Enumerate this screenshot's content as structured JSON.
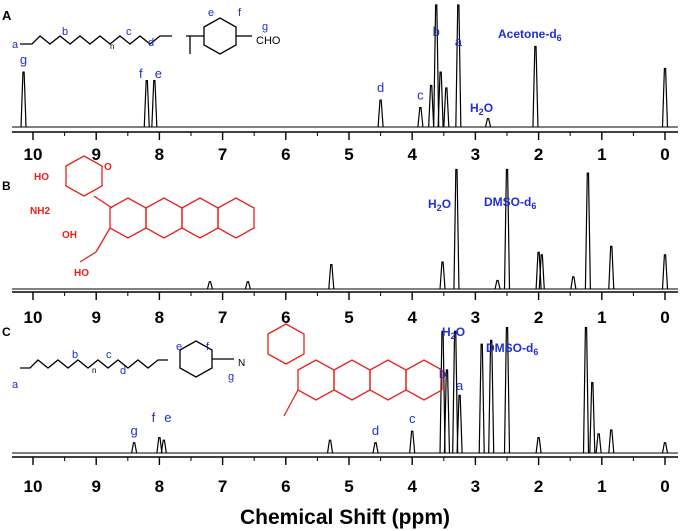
{
  "figure": {
    "xlabel": "Chemical Shift (ppm)",
    "x_ticks": [
      "10",
      "9",
      "8",
      "7",
      "6",
      "5",
      "4",
      "3",
      "2",
      "1",
      "0"
    ]
  },
  "chart_data": [
    {
      "type": "line",
      "panel": "A",
      "xlabel": "Chemical Shift (ppm)",
      "xlim": [
        10.3,
        -0.1
      ],
      "peaks": [
        {
          "ppm": 10.15,
          "intensity": 0.45,
          "label": "g"
        },
        {
          "ppm": 8.2,
          "intensity": 0.38,
          "label": "f"
        },
        {
          "ppm": 8.08,
          "intensity": 0.38,
          "label": "e"
        },
        {
          "ppm": 4.5,
          "intensity": 0.22,
          "label": "d"
        },
        {
          "ppm": 3.87,
          "intensity": 0.16,
          "label": "c"
        },
        {
          "ppm": 3.7,
          "intensity": 0.34
        },
        {
          "ppm": 3.62,
          "intensity": 1.0,
          "label": "b"
        },
        {
          "ppm": 3.55,
          "intensity": 0.45
        },
        {
          "ppm": 3.46,
          "intensity": 0.32
        },
        {
          "ppm": 3.27,
          "intensity": 1.0,
          "label": "a"
        },
        {
          "ppm": 2.8,
          "intensity": 0.07,
          "label": "H2O"
        },
        {
          "ppm": 2.05,
          "intensity": 0.66,
          "label": "Acetone-d6"
        },
        {
          "ppm": 0.0,
          "intensity": 0.48
        }
      ],
      "structure_labels": [
        "a",
        "b",
        "c",
        "d",
        "e",
        "f",
        "g",
        "n",
        "CHO"
      ],
      "solvent_label": "Acetone-d",
      "solvent_sub": "6",
      "water_label": "H",
      "water_sub": "2",
      "water_tail": "O"
    },
    {
      "type": "line",
      "panel": "B",
      "xlabel": "Chemical Shift (ppm)",
      "xlim": [
        10.3,
        -0.1
      ],
      "peaks": [
        {
          "ppm": 7.2,
          "intensity": 0.06
        },
        {
          "ppm": 6.6,
          "intensity": 0.06
        },
        {
          "ppm": 5.28,
          "intensity": 0.2
        },
        {
          "ppm": 3.52,
          "intensity": 0.22
        },
        {
          "ppm": 3.3,
          "intensity": 0.98,
          "label": "H2O"
        },
        {
          "ppm": 2.65,
          "intensity": 0.07
        },
        {
          "ppm": 2.5,
          "intensity": 0.98,
          "label": "DMSO-d6"
        },
        {
          "ppm": 2.0,
          "intensity": 0.3
        },
        {
          "ppm": 1.95,
          "intensity": 0.28
        },
        {
          "ppm": 1.45,
          "intensity": 0.1
        },
        {
          "ppm": 1.22,
          "intensity": 0.95
        },
        {
          "ppm": 0.85,
          "intensity": 0.35
        },
        {
          "ppm": 0.0,
          "intensity": 0.28
        }
      ],
      "structure_labels": [
        "HO",
        "NH2",
        "O",
        "OH",
        "HO"
      ],
      "solvent_label": "DMSO-d",
      "solvent_sub": "6",
      "water_label": "H",
      "water_sub": "2",
      "water_tail": "O"
    },
    {
      "type": "line",
      "panel": "C",
      "xlabel": "Chemical Shift (ppm)",
      "xlim": [
        10.3,
        -0.1
      ],
      "peaks": [
        {
          "ppm": 8.4,
          "intensity": 0.08,
          "label": "g"
        },
        {
          "ppm": 8.0,
          "intensity": 0.12,
          "label": "f"
        },
        {
          "ppm": 7.93,
          "intensity": 0.1,
          "label": "e"
        },
        {
          "ppm": 5.3,
          "intensity": 0.1
        },
        {
          "ppm": 4.58,
          "intensity": 0.08,
          "label": "d"
        },
        {
          "ppm": 4.0,
          "intensity": 0.17,
          "label": "c"
        },
        {
          "ppm": 3.52,
          "intensity": 0.95,
          "label": "b"
        },
        {
          "ppm": 3.45,
          "intensity": 0.65
        },
        {
          "ppm": 3.32,
          "intensity": 0.95,
          "label": "H2O"
        },
        {
          "ppm": 3.25,
          "intensity": 0.45,
          "label": "a"
        },
        {
          "ppm": 2.9,
          "intensity": 0.85
        },
        {
          "ppm": 2.75,
          "intensity": 0.88
        },
        {
          "ppm": 2.5,
          "intensity": 0.98,
          "label": "DMSO-d6"
        },
        {
          "ppm": 2.0,
          "intensity": 0.12
        },
        {
          "ppm": 1.25,
          "intensity": 0.98
        },
        {
          "ppm": 1.15,
          "intensity": 0.55
        },
        {
          "ppm": 1.05,
          "intensity": 0.15
        },
        {
          "ppm": 0.85,
          "intensity": 0.18
        },
        {
          "ppm": 0.0,
          "intensity": 0.08
        }
      ],
      "structure_labels": [
        "a",
        "b",
        "c",
        "d",
        "e",
        "f",
        "g",
        "n",
        "N"
      ],
      "solvent_label": "DMSO-d",
      "solvent_sub": "6",
      "water_label": "H",
      "water_sub": "2",
      "water_tail": "O"
    }
  ],
  "colors": {
    "spectrum": "#000000",
    "annotation": "#1f2fd0",
    "molecule": "#e8201c",
    "axis": "#000000"
  }
}
